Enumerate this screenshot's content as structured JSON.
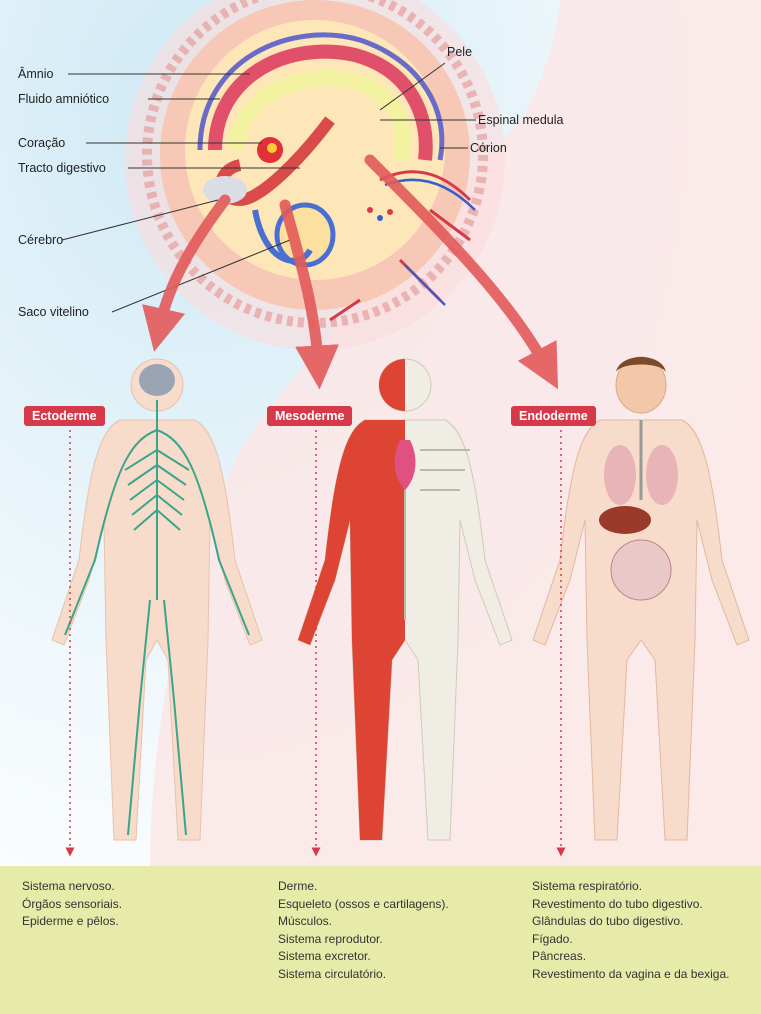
{
  "embryo_labels": {
    "amnio": "Âmnio",
    "fluido": "Fluido amniótico",
    "coracao": "Coração",
    "tracto": "Tracto digestivo",
    "cerebro": "Cérebro",
    "saco": "Saco vitelino",
    "pele": "Pele",
    "espinal": "Espinal medula",
    "corion": "Córion"
  },
  "germ_layers": [
    {
      "name": "Ectoderme",
      "derivatives": [
        "Sistema nervoso.",
        "Órgãos sensoriais.",
        "Epiderme e pêlos."
      ]
    },
    {
      "name": "Mesoderme",
      "derivatives": [
        "Derme.",
        "Esqueleto (ossos e cartilagens).",
        "Músculos.",
        "Sistema reprodutor.",
        "Sistema excretor.",
        "Sistema circulatório."
      ]
    },
    {
      "name": "Endoderme",
      "derivatives": [
        "Sistema respiratório.",
        "Revestimento do tubo digestivo.",
        "Glândulas do tubo digestivo.",
        "Fígado.",
        "Pâncreas.",
        "Revestimento da vagina e da bexiga."
      ]
    }
  ],
  "colors": {
    "label_red": "#d63a4a",
    "arrow_red": "#e35a5a",
    "nervous_green": "#3aa58a",
    "muscle_red": "#dd4433",
    "skin": "#f7dccb",
    "panel": "#e6ebaa"
  }
}
